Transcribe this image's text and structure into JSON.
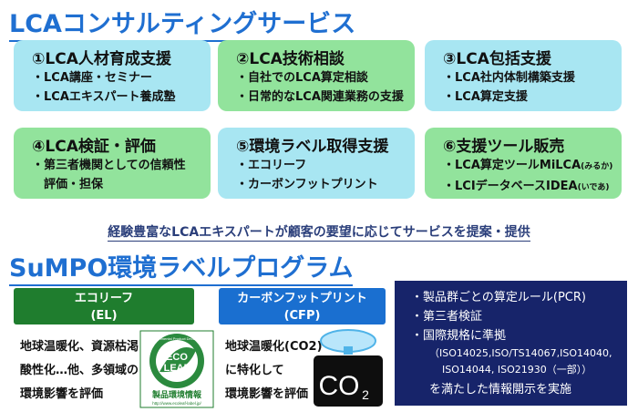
{
  "title1": "LCAコンサルティングサービス",
  "services": [
    {
      "heading": "①LCA人材育成支援",
      "items": [
        "・LCA講座・セミナー",
        "・LCAエキスパート養成塾"
      ]
    },
    {
      "heading": "②LCA技術相談",
      "items": [
        "・自社でのLCA算定相談",
        "・日常的なLCA関連業務の支援"
      ]
    },
    {
      "heading": "③LCA包括支援",
      "items": [
        "・LCA社内体制構築支援",
        "・LCA算定支援"
      ]
    },
    {
      "heading": "④LCA検証・評価",
      "items": [
        "・第三者機関としての信頼性",
        "評価・担保"
      ]
    },
    {
      "heading": "⑤環境ラベル取得支援",
      "items": [
        "・エコリーフ",
        "・カーボンフットプリント"
      ]
    },
    {
      "heading": "⑥支援ツール販売",
      "items": [
        "・LCA算定ツールMiLCA",
        "・LCIデータベースIDEA"
      ],
      "readings": [
        "(みるか)",
        "(いであ)"
      ]
    }
  ],
  "note": "経験豊富なLCAエキスパートが顧客の要望に応じてサービスを提案・提供",
  "title2": "SuMPO環境ラベルプログラム",
  "ecoleaf": {
    "name": "エコリーフ",
    "abbr": "(EL)",
    "desc": [
      "地球温暖化、資源枯渇",
      "酸性化…他、多領域の",
      "環境影響を評価"
    ],
    "logo": {
      "line1": "ECO",
      "line2": "LEAF",
      "caption": "製品環境情報",
      "ring": "Environmental Product Declaration",
      "url": "http://www.ecoleaf-label.jp/"
    }
  },
  "cfp": {
    "name": "カーボンフットプリント",
    "abbr": "(CFP)",
    "desc": [
      "地球温暖化(CO2)",
      "に特化して",
      "環境影響を評価"
    ],
    "logo": {
      "text": "CO",
      "sub": "2"
    }
  },
  "features": {
    "lines": [
      "・製品群ごとの算定ルール(PCR)",
      "・第三者検証",
      "・国際規格に準拠"
    ],
    "standards": [
      "（ISO14025,ISO/TS14067,ISO14040,",
      "ISO14044, ISO21930（一部））"
    ],
    "last": "を満たした情報開示を実施"
  },
  "colors": {
    "title": "#1f6fd1",
    "card_blue": "#a8e6f2",
    "card_green": "#92e39c",
    "el_green": "#1f7d2e",
    "cfp_blue": "#1a6fd0",
    "navy": "#17246a"
  }
}
